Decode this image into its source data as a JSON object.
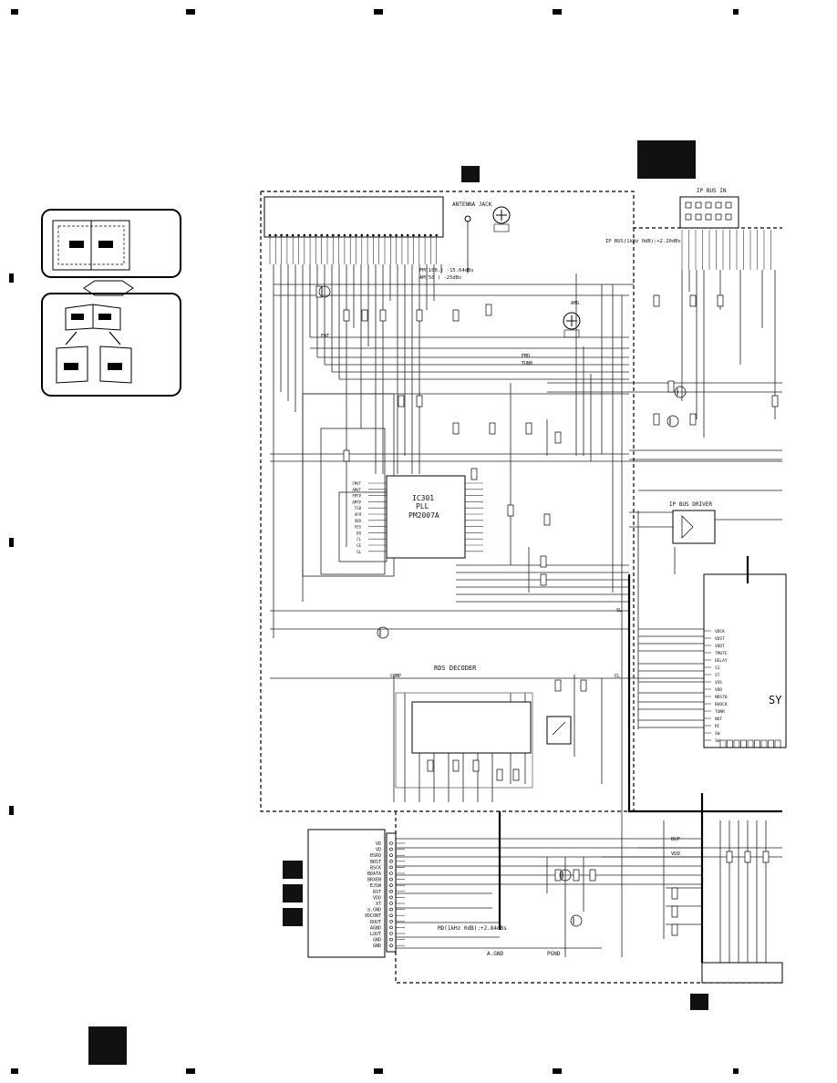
{
  "labels": {
    "antenna_jack": "ANTENNA JACK",
    "ip_bus_in": "IP BUS IN",
    "ip_bus_level": "IP BUS(1kHz 0dB):+2.20dBs",
    "fm_level": "FM(100.) -15.64dBs",
    "am_level": "AM(50 ) -25dBs",
    "ic_ref": "IC301",
    "ic_func": "PLL",
    "ic_part": "PM2007A",
    "ip_bus_driver": "IP BUS DRIVER",
    "rds_decoder": "RDS DECODER",
    "md_level": "MD(1kHz 0dB):+2.84dBs",
    "agnd": "A.GND",
    "pgnd": "PGND",
    "bup": "BUP",
    "vdd": "VDD",
    "sys": "SY",
    "fmd": "FMD",
    "tunb": "TUNB",
    "amg": "AMG",
    "ewt": "EWT",
    "comp": "COMP",
    "sl": "SL",
    "cl": "CL"
  },
  "connector_pins": [
    "VD",
    "VD",
    "BSRQ",
    "BRST",
    "BSCK",
    "BDATA",
    "BRXEN",
    "EJSW",
    "RST",
    "VDD",
    "XT",
    "a.GND",
    "VDCONT",
    "ROUT",
    "AGND",
    "LOUT",
    "GND",
    "GND"
  ],
  "ic_pins": [
    "FMVT",
    "AMVT",
    "FMTP",
    "AMTP",
    "TSB",
    "VFM",
    "VDD",
    "VSS",
    "DO",
    "CL",
    "CE",
    "SL"
  ],
  "system_pins": [
    "VDCK",
    "VDST",
    "VDDT",
    "TMUTE",
    "DELAY",
    "SI",
    "ST",
    "VSS",
    "VDD",
    "MDSTB",
    "BOOCK",
    "TUNR",
    "NOT",
    "RC",
    "SW",
    "SW"
  ],
  "colors": {
    "ink": "#111111",
    "block": "#111111",
    "background": "#ffffff"
  }
}
